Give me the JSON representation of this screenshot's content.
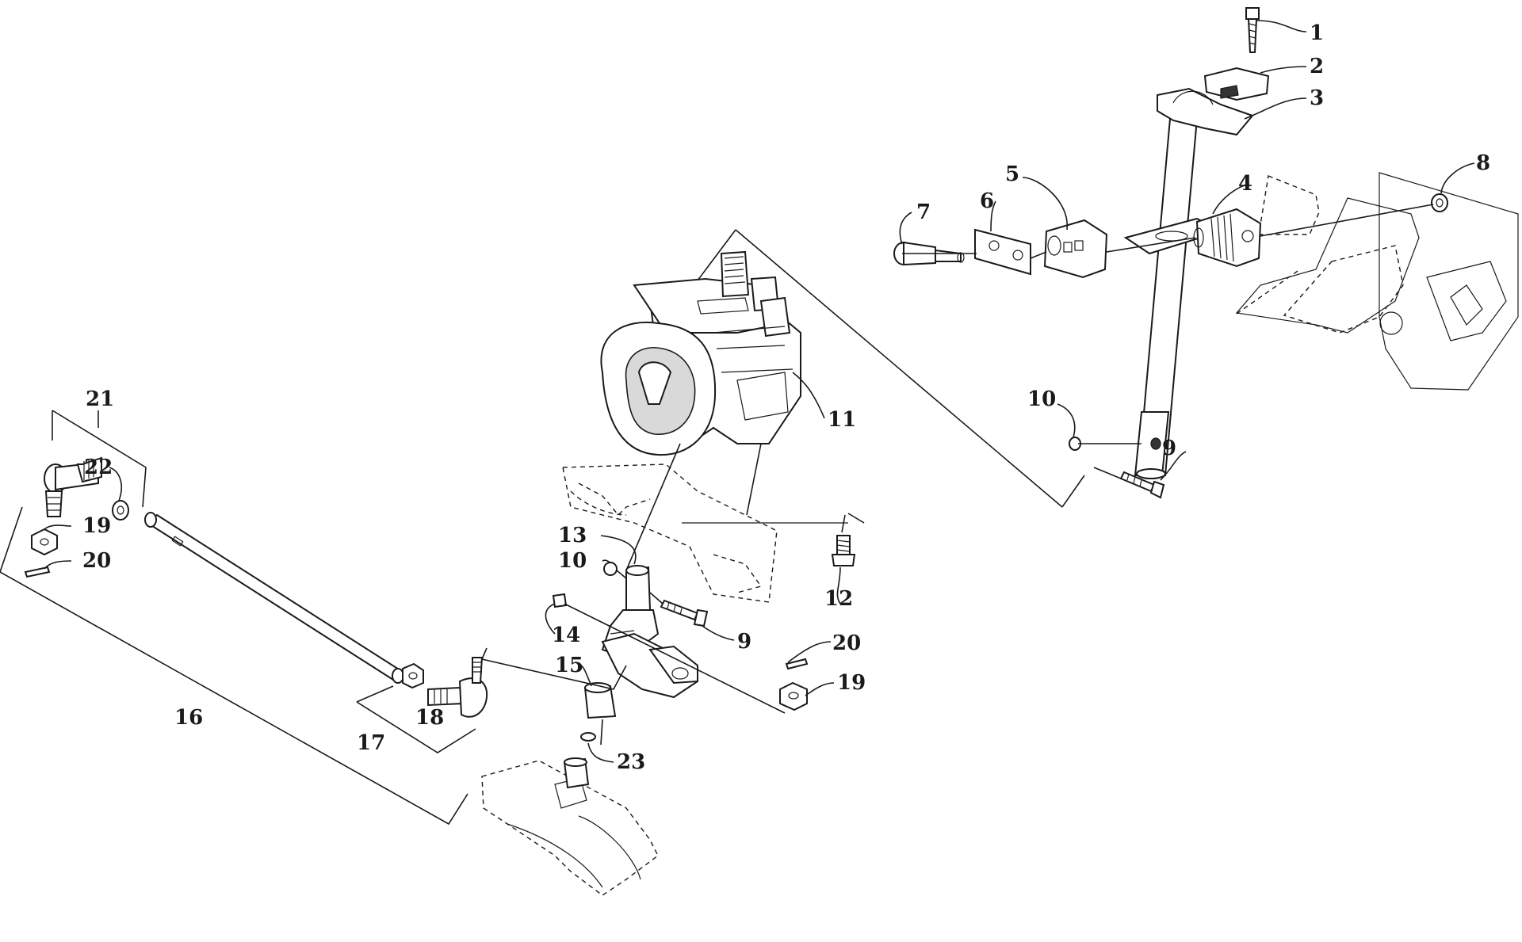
{
  "callouts": [
    {
      "id": "c1",
      "label": "1"
    },
    {
      "id": "c2",
      "label": "2"
    },
    {
      "id": "c3",
      "label": "3"
    },
    {
      "id": "c4",
      "label": "4"
    },
    {
      "id": "c5",
      "label": "5"
    },
    {
      "id": "c6",
      "label": "6"
    },
    {
      "id": "c7",
      "label": "7"
    },
    {
      "id": "c8",
      "label": "8"
    },
    {
      "id": "c9a",
      "label": "9"
    },
    {
      "id": "c10a",
      "label": "10"
    },
    {
      "id": "c11",
      "label": "11"
    },
    {
      "id": "c12",
      "label": "12"
    },
    {
      "id": "c13",
      "label": "13"
    },
    {
      "id": "c10b",
      "label": "10"
    },
    {
      "id": "c9b",
      "label": "9"
    },
    {
      "id": "c14",
      "label": "14"
    },
    {
      "id": "c15",
      "label": "15"
    },
    {
      "id": "c20b",
      "label": "20"
    },
    {
      "id": "c19b",
      "label": "19"
    },
    {
      "id": "c23",
      "label": "23"
    },
    {
      "id": "c21",
      "label": "21"
    },
    {
      "id": "c22",
      "label": "22"
    },
    {
      "id": "c19a",
      "label": "19"
    },
    {
      "id": "c20a",
      "label": "20"
    },
    {
      "id": "c16",
      "label": "16"
    },
    {
      "id": "c18",
      "label": "18"
    },
    {
      "id": "c17",
      "label": "17"
    }
  ],
  "parts": [
    {
      "name": "steering-column-bolt"
    },
    {
      "name": "upper-clamp-cap"
    },
    {
      "name": "upper-bracket"
    },
    {
      "name": "column-bushing-right"
    },
    {
      "name": "column-bushing-left"
    },
    {
      "name": "bushing-plate"
    },
    {
      "name": "column-mount-bolt"
    },
    {
      "name": "mount-nut"
    },
    {
      "name": "steering-column-shaft"
    },
    {
      "name": "power-steering-unit"
    },
    {
      "name": "steering-arm"
    },
    {
      "name": "tie-rod"
    },
    {
      "name": "tie-rod-end"
    },
    {
      "name": "frame-bracket"
    }
  ]
}
